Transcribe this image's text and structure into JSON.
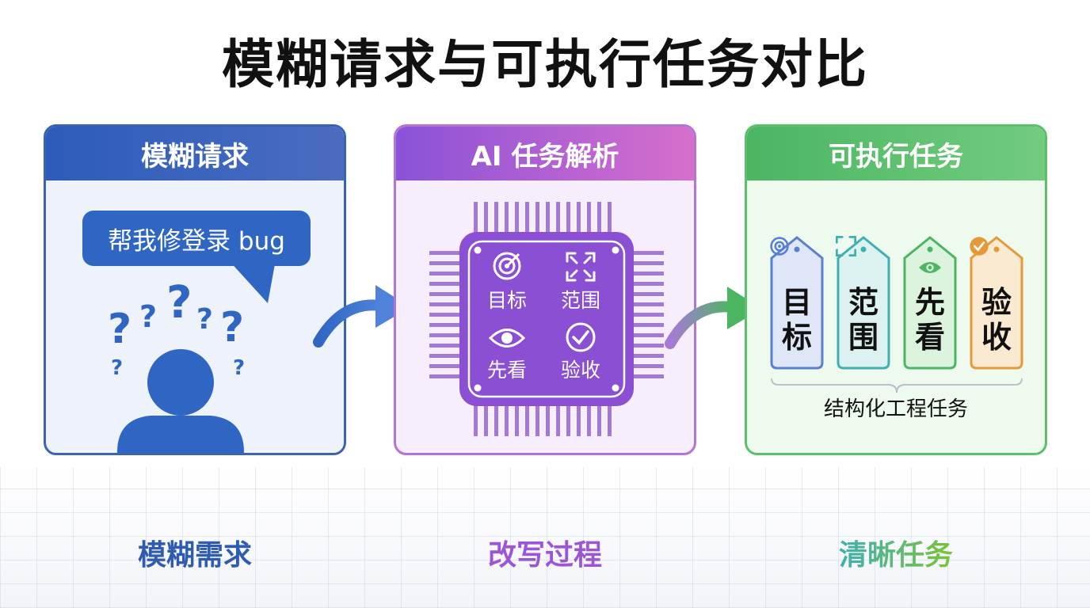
{
  "title": "模糊请求与可执行任务对比",
  "panels": {
    "fuzzy": {
      "header": "模糊请求",
      "bubble_text": "帮我修登录 bug",
      "caption": "模糊需求"
    },
    "ai": {
      "header": "AI 任务解析",
      "items": [
        "目标",
        "范围",
        "先看",
        "验收"
      ],
      "caption": "改写过程"
    },
    "task": {
      "header": "可执行任务",
      "tags": [
        "目标",
        "范围",
        "先看",
        "验收"
      ],
      "brace_label": "结构化工程任务",
      "caption": "清晰任务"
    }
  },
  "colors": {
    "fuzzy": "#2f66c4",
    "ai": "#9b55d6",
    "task": "#4bb562",
    "tag_blue": "#5a7fd0",
    "tag_teal": "#3fb0b0",
    "tag_green": "#4bb562",
    "tag_orange": "#e59a3a"
  },
  "icons": {
    "fuzzy": [
      "speech-bubble-icon",
      "confused-person-icon",
      "question-mark-icon"
    ],
    "ai": [
      "chip-icon",
      "target-icon",
      "expand-icon",
      "eye-icon",
      "check-circle-icon"
    ],
    "flow": [
      "curved-arrow-icon"
    ]
  }
}
